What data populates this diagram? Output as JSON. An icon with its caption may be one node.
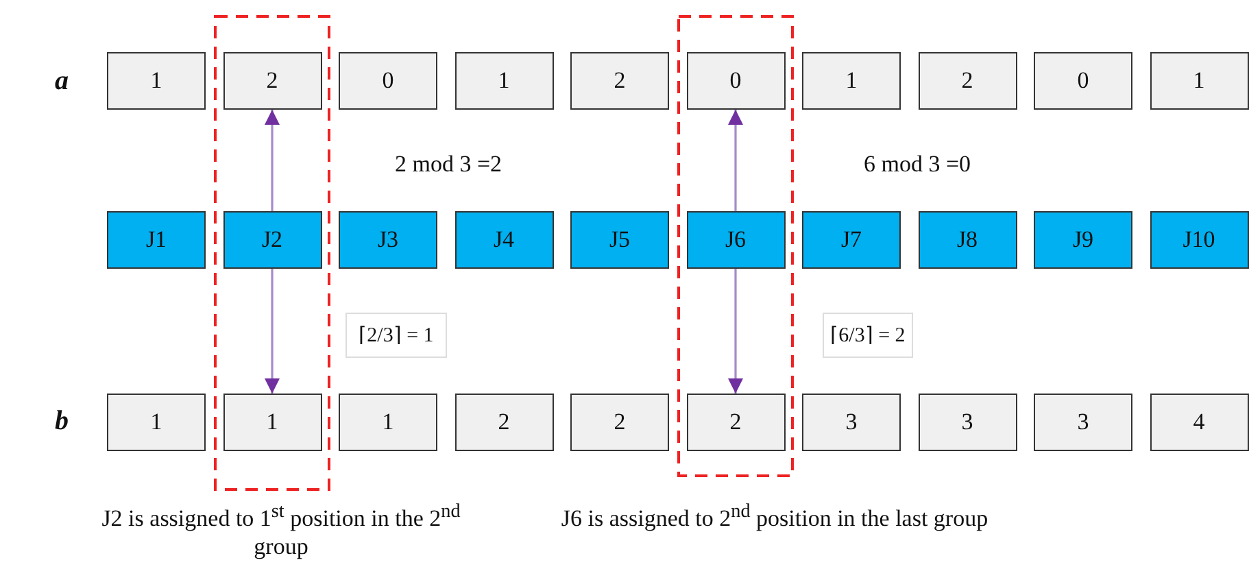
{
  "diagram": {
    "nodes": [
      {
        "text": [
          "1"
        ]
      },
      {
        "text": [
          "2"
        ]
      },
      {
        "text": [
          "0"
        ]
      },
      {
        "text": [
          "1"
        ]
      },
      {
        "text": [
          "2"
        ]
      },
      {
        "text": [
          "0"
        ]
      },
      {
        "text": [
          "1"
        ]
      },
      {
        "text": [
          "2"
        ]
      },
      {
        "text": [
          "0"
        ]
      },
      {
        "text": [
          "1"
        ]
      },
      {
        "text": [
          "J1"
        ]
      },
      {
        "text": [
          "J2"
        ]
      },
      {
        "text": [
          "J3"
        ]
      },
      {
        "text": [
          "J4"
        ]
      },
      {
        "text": [
          "J5"
        ]
      },
      {
        "text": [
          "J6"
        ]
      },
      {
        "text": [
          "J7"
        ]
      },
      {
        "text": [
          "J8"
        ]
      },
      {
        "text": [
          "J9"
        ]
      },
      {
        "text": [
          "J10"
        ]
      },
      {
        "text": [
          "1"
        ]
      },
      {
        "text": [
          "1"
        ]
      },
      {
        "text": [
          "1"
        ]
      },
      {
        "text": [
          "2"
        ]
      },
      {
        "text": [
          "2"
        ]
      },
      {
        "text": [
          "2"
        ]
      },
      {
        "text": [
          "3"
        ]
      },
      {
        "text": [
          "3"
        ]
      },
      {
        "text": [
          "3"
        ]
      },
      {
        "text": [
          "4"
        ]
      }
    ],
    "edges": [
      {
        "from": 11,
        "to": 1,
        "arrow": "to"
      },
      {
        "from": 11,
        "to": 21,
        "arrow": "to"
      },
      {
        "from": 15,
        "to": 5,
        "arrow": "to"
      },
      {
        "from": 15,
        "to": 25,
        "arrow": "to"
      }
    ],
    "labels": [
      "a",
      "2 mod 3 =2",
      "6 mod 3 =0",
      "⌈2/3⌉ = 1",
      "⌈6/3⌉ = 2",
      "b",
      "J2 is assigned to 1$^{st}$ position in the 2$^{nd}$ group",
      "J6 is assigned to 2$^{nd}$ position in the last group"
    ]
  }
}
